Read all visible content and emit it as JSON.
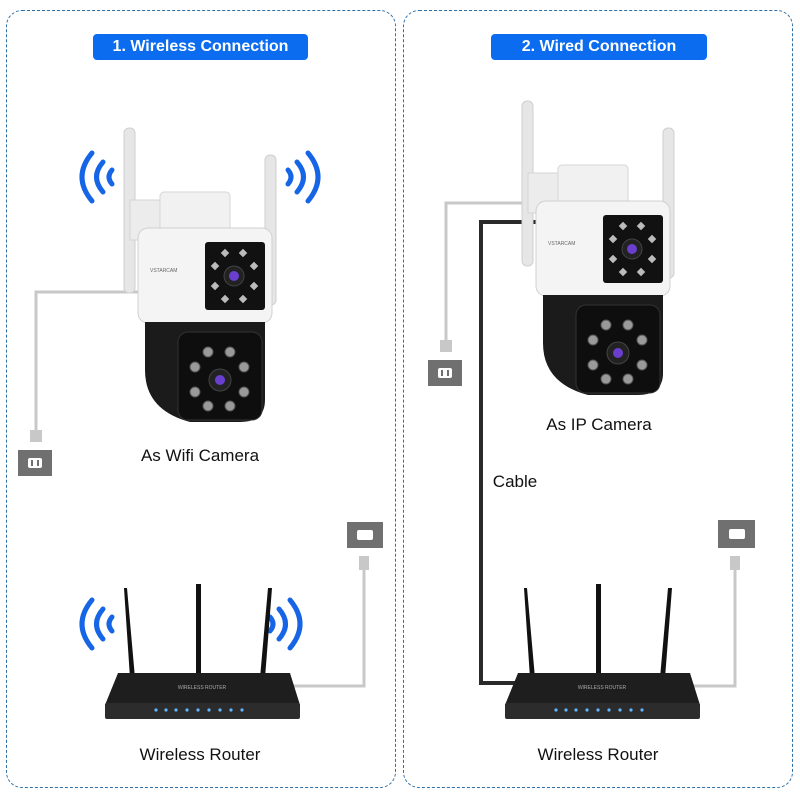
{
  "left_panel": {
    "title": "1. Wireless Connection",
    "camera_caption": "As Wifi Camera",
    "router_caption": "Wireless Router"
  },
  "right_panel": {
    "title": "2. Wired Connection",
    "camera_caption": "As IP Camera",
    "cable_label": "Cable",
    "router_caption": "Wireless Router"
  },
  "colors": {
    "accent": "#0b6cf0",
    "wifi_waves": "#1565e6",
    "power_cable": "#c8c8c8",
    "network_cable": "#2a2a2a"
  }
}
